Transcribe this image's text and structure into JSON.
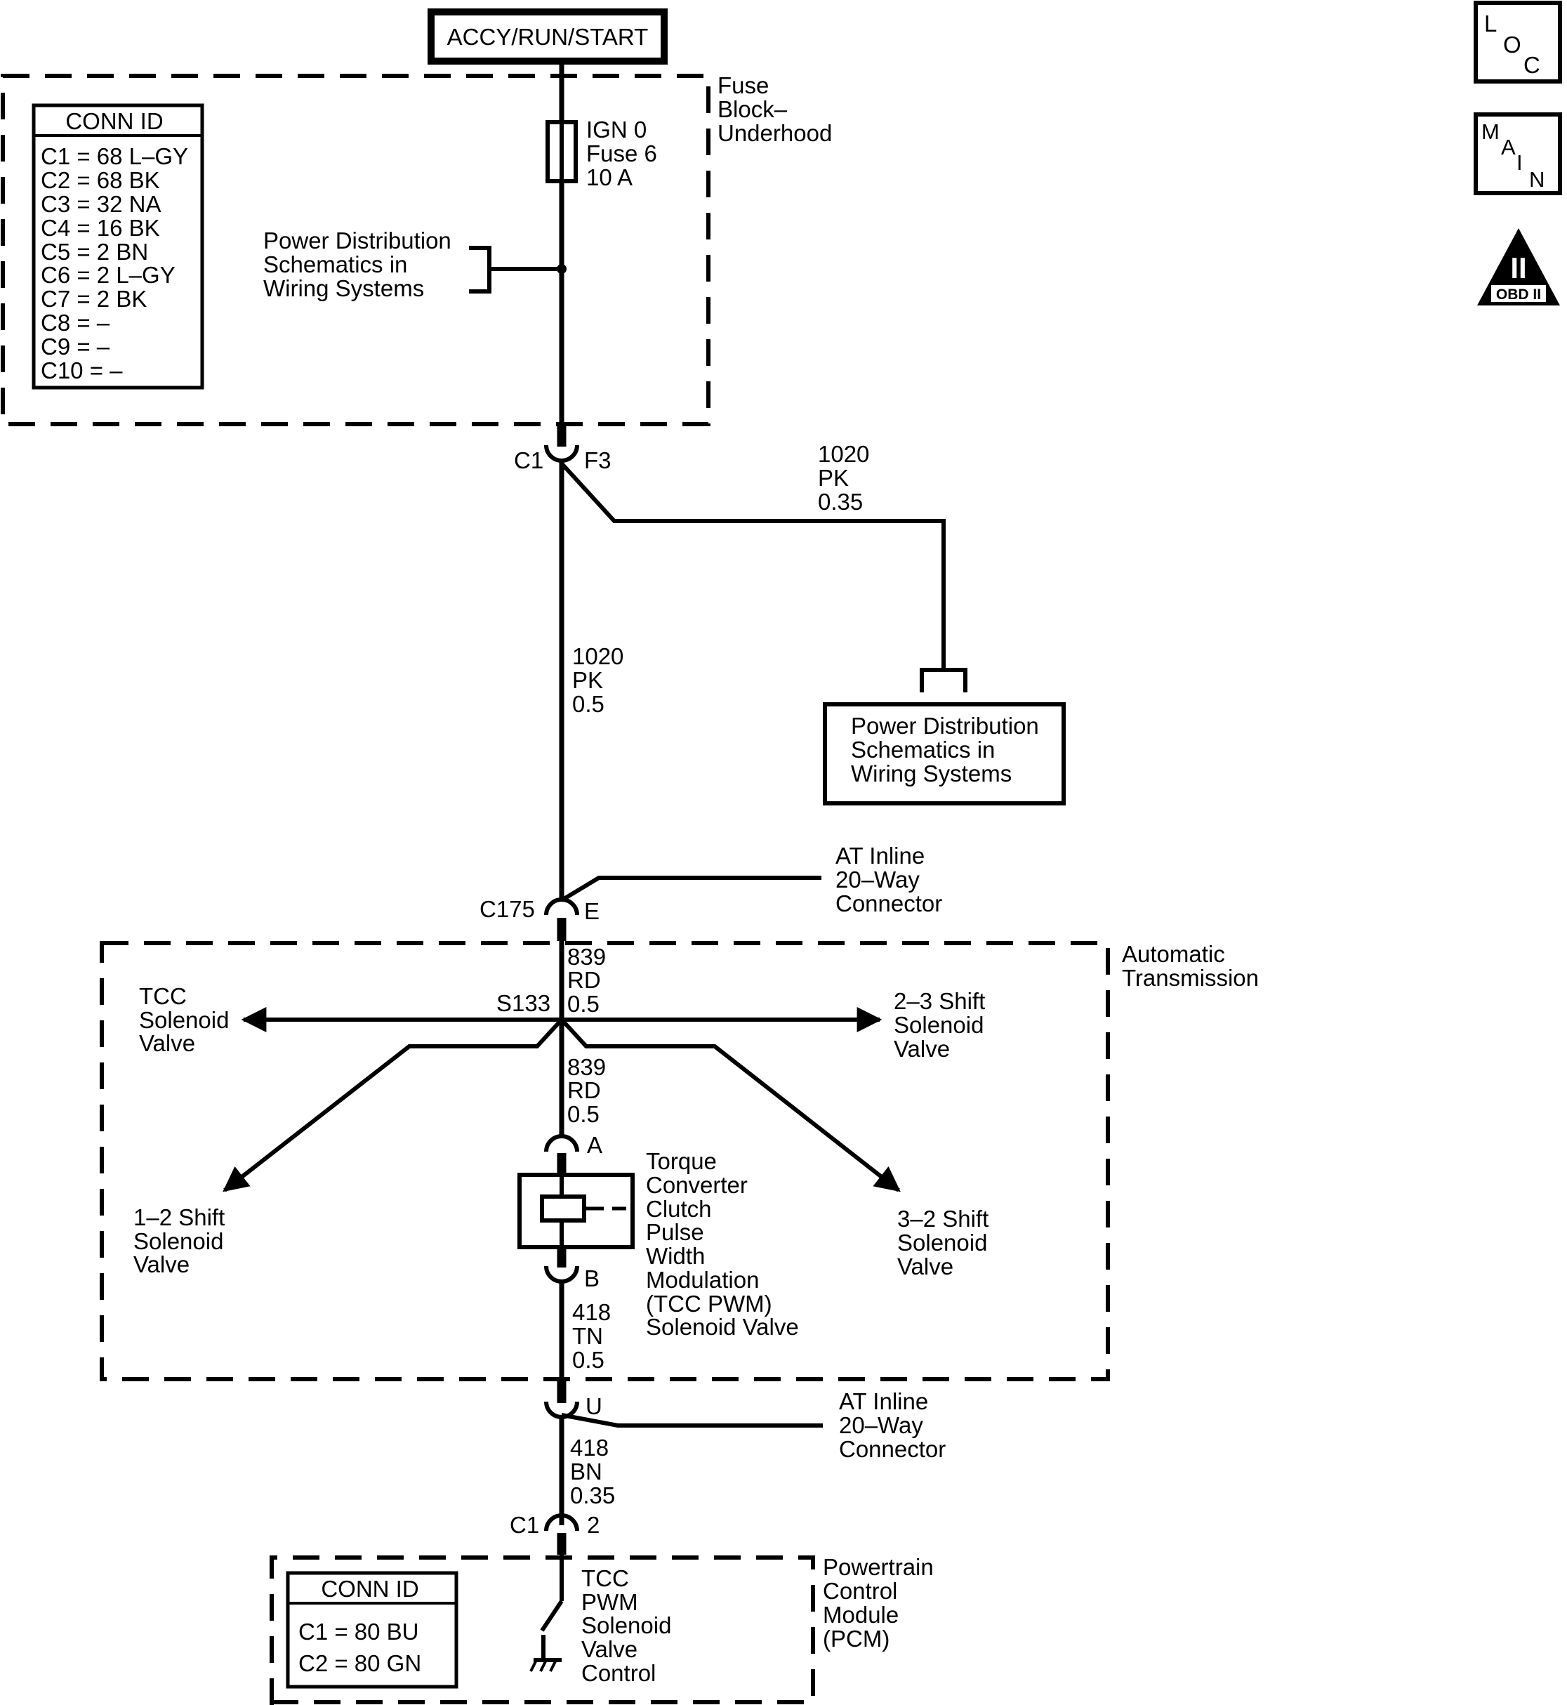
{
  "power_source": "ACCY/RUN/START",
  "fuse_block": {
    "name_lines": [
      "Fuse",
      "Block–",
      "Underhood"
    ],
    "fuse_lines": [
      "IGN 0",
      "Fuse 6",
      "10 A"
    ],
    "ref_lines": [
      "Power Distribution",
      "Schematics in",
      "Wiring Systems"
    ],
    "conn_id_title": "CONN ID",
    "conn_id_rows": [
      "C1 = 68 L–GY",
      "C2 = 68 BK",
      "C3 = 32 NA",
      "C4 = 16 BK",
      "C5 = 2 BN",
      "C6 = 2 L–GY",
      "C7 = 2 BK",
      "C8 = –",
      "C9 = –",
      "C10 = –"
    ]
  },
  "c1_f3": {
    "conn": "C1",
    "pin": "F3"
  },
  "wire_branch": [
    "1020",
    "PK",
    "0.35"
  ],
  "wire_main": [
    "1020",
    "PK",
    "0.5"
  ],
  "power_dist_box": [
    "Power Distribution",
    "Schematics in",
    "Wiring Systems"
  ],
  "c175": {
    "conn": "C175",
    "pin": "E",
    "desc": [
      "AT Inline",
      "20–Way",
      "Connector"
    ]
  },
  "transmission": {
    "name_lines": [
      "Automatic",
      "Transmission"
    ],
    "splice": "S133",
    "wire_in": [
      "839",
      "RD",
      "0.5"
    ],
    "wire_out": [
      "839",
      "RD",
      "0.5"
    ],
    "tcc_valve": [
      "TCC",
      "Solenoid",
      "Valve"
    ],
    "shift_23": [
      "2–3 Shift",
      "Solenoid",
      "Valve"
    ],
    "shift_12": [
      "1–2 Shift",
      "Solenoid",
      "Valve"
    ],
    "shift_32": [
      "3–2 Shift",
      "Solenoid",
      "Valve"
    ],
    "pin_a": "A",
    "pin_b": "B",
    "solenoid_lines": [
      "Torque",
      "Converter",
      "Clutch",
      "Pulse",
      "Width",
      "Modulation",
      "(TCC PWM)",
      "Solenoid Valve"
    ],
    "wire_b": [
      "418",
      "TN",
      "0.5"
    ]
  },
  "connector_u": {
    "pin": "U",
    "desc": [
      "AT Inline",
      "20–Way",
      "Connector"
    ]
  },
  "wire_pcm": [
    "418",
    "BN",
    "0.35"
  ],
  "pcm_conn": {
    "conn": "C1",
    "pin": "2"
  },
  "pcm": {
    "name_lines": [
      "Powertrain",
      "Control",
      "Module",
      "(PCM)"
    ],
    "conn_id_title": "CONN ID",
    "conn_id_rows": [
      "C1  =  80 BU",
      "C2  =  80 GN"
    ],
    "control_lines": [
      "TCC",
      "PWM",
      "Solenoid",
      "Valve",
      "Control"
    ]
  },
  "icons": {
    "loc": "LOC",
    "main": "MAIN",
    "obd": "OBD II",
    "obd_numeral": "II"
  }
}
